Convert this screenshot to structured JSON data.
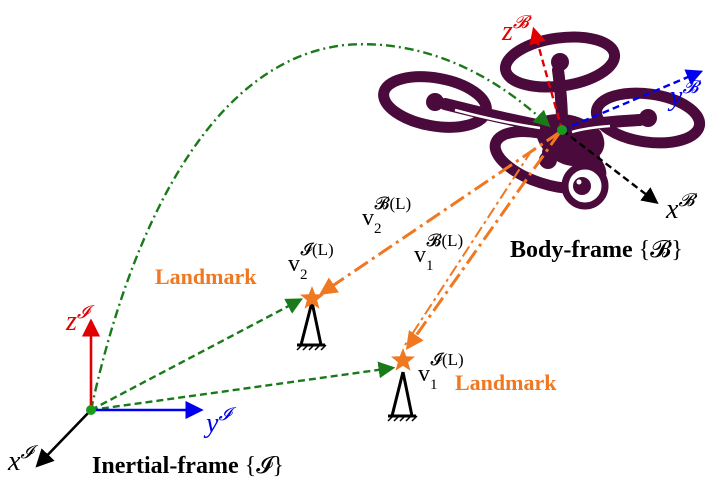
{
  "colors": {
    "inertial_z": "#e00000",
    "inertial_y": "#0000ee",
    "inertial_x": "#000000",
    "body_z": "#e00000",
    "body_y": "#0000ee",
    "body_x": "#000000",
    "green_paths": "#1a7a1a",
    "orange_vectors": "#f07820",
    "drone_body": "#4a0a3c",
    "landmark_star": "#f07820",
    "landmark_label": "#f07820"
  },
  "frames": {
    "inertial": {
      "label": "Inertial-frame",
      "set_symbol": "{𝓘}",
      "axes": {
        "x": "x",
        "y": "y",
        "z": "z",
        "superscript": "𝓘"
      }
    },
    "body": {
      "label": "Body-frame",
      "set_symbol": "{𝓑}",
      "axes": {
        "x": "x",
        "y": "y",
        "z": "z",
        "superscript": "𝓑"
      }
    }
  },
  "landmarks": [
    {
      "label": "Landmark",
      "vector_name": "v",
      "vector_index": "2",
      "vector_superscript": "𝓘(L)"
    },
    {
      "label": "Landmark",
      "vector_name": "v",
      "vector_index": "1",
      "vector_superscript": "𝓘(L)"
    }
  ],
  "body_vectors": [
    {
      "vector_name": "v",
      "vector_index": "2",
      "vector_superscript": "𝓑(L)"
    },
    {
      "vector_name": "v",
      "vector_index": "1",
      "vector_superscript": "𝓑(L)"
    }
  ]
}
